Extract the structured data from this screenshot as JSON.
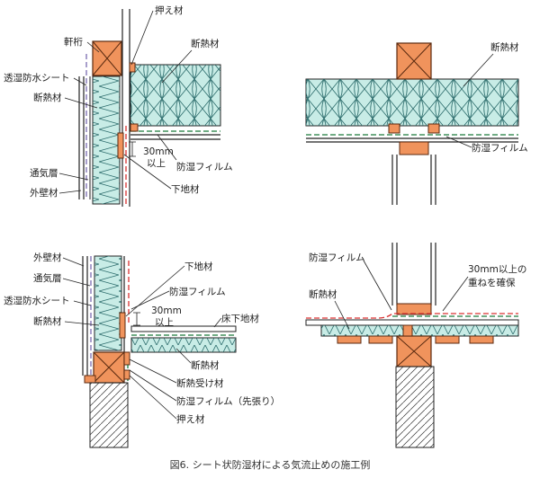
{
  "panel1": {
    "label_osaezai": "押え材",
    "label_nokigeta": "軒桁",
    "label_danetsuzai_top": "断熱材",
    "label_toshitsu": "透湿防水シート",
    "label_danetsuzai_left": "断熱材",
    "label_30mm": "30mm",
    "label_ijo": "以上",
    "label_boshitsu": "防湿フィルム",
    "label_tsukiso": "通気層",
    "label_gaihekizai": "外壁材",
    "label_shitajizai": "下地材"
  },
  "panel2": {
    "label_danetsuzai": "断熱材",
    "label_boshitsu": "防湿フィルム"
  },
  "panel3": {
    "label_gaihekizai": "外壁材",
    "label_tsukiso": "通気層",
    "label_toshitsu": "透湿防水シート",
    "label_danetsuzai_left": "断熱材",
    "label_shitajizai": "下地材",
    "label_boshitsu": "防湿フィルム",
    "label_30mm": "30mm",
    "label_ijo": "以上",
    "label_yukashitaji": "床下地材",
    "label_danetsuzai": "断熱材",
    "label_danetsuukezai": "断熱受け材",
    "label_boshitsu_sakibari": "防湿フィルム（先張り）",
    "label_osaezai": "押え材"
  },
  "panel4": {
    "label_boshitsu": "防湿フィルム",
    "label_30mm_line1": "30mm以上の",
    "label_30mm_line2": "重ねを確保",
    "label_danetsuzai": "断熱材"
  },
  "caption": "図6. シート状防湿材による気流止めの施工例",
  "colors": {
    "insulation_fill": "#c8ece6",
    "wood_fill": "#f0935c",
    "wood_stroke": "#5a2a10",
    "moisture_film": "#d93030",
    "breather_sheet": "#7a6bb0",
    "film_green": "#1a7a3a",
    "line": "#222222"
  }
}
